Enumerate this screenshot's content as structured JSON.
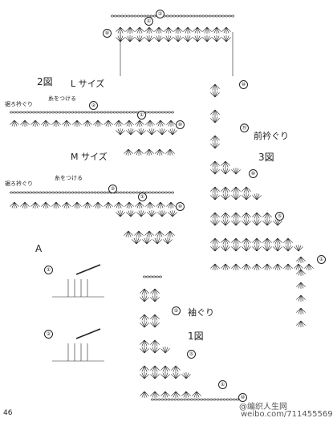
{
  "page_number": "46",
  "watermark": "weibo.com/711455569",
  "watermark_handle": "@编织人生网",
  "figures": {
    "fig2": {
      "label": "2図",
      "size_L": "L サイズ",
      "size_M": "M サイズ"
    },
    "fig3": {
      "label": "3図",
      "caption": "前衿ぐり"
    },
    "fig1": {
      "label": "1図",
      "caption": "袖ぐり"
    },
    "figA": {
      "label": "A"
    }
  },
  "annotations": {
    "edge_L": "裾ろ衿ぐり",
    "thread_L": "糸をつける",
    "edge_M": "裾ろ衿ぐり",
    "thread_M": "糸をつける"
  },
  "step_markers": {
    "top": [
      "②",
      "①",
      "⑩"
    ],
    "fig2_L": [
      "②",
      "①",
      "⑩"
    ],
    "fig2_M": [
      "②",
      "①",
      "⑩"
    ],
    "fig3": [
      "⑩",
      "⑮",
      "⑩",
      "⑤",
      "①"
    ],
    "fig1": [
      "⑤",
      "⑤",
      "①",
      "⑩"
    ],
    "figA": [
      "①",
      "②"
    ]
  },
  "colors": {
    "ink": "#222222",
    "paper": "#ffffff"
  }
}
